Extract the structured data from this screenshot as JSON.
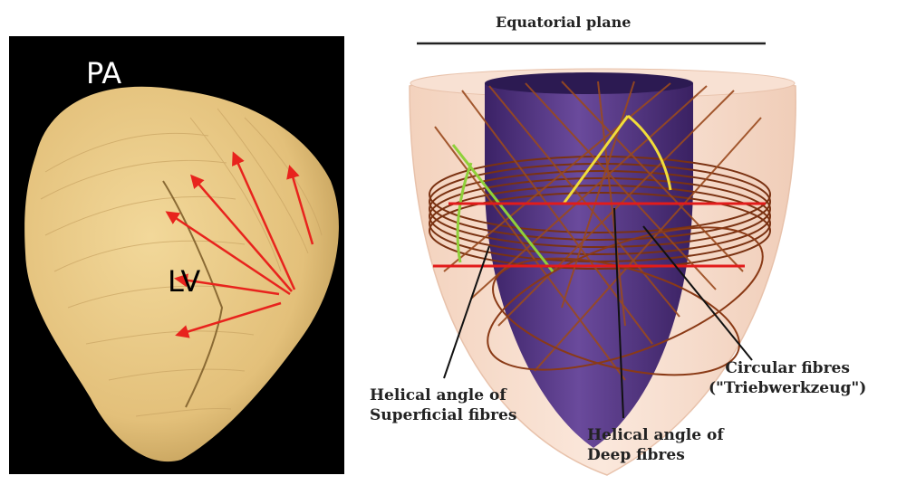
{
  "photo": {
    "labels": {
      "pa": "PA",
      "lv": "LV"
    },
    "colors": {
      "background": "#000000",
      "tissue": "#e8c985",
      "arrows": "#e8231d"
    }
  },
  "diagram": {
    "title": "Equatorial plane",
    "labels": {
      "superficial": [
        "Helical angle of",
        "Superficial fibres"
      ],
      "deep": [
        "Helical angle of",
        "Deep fibres"
      ],
      "circular": [
        "Circular fibres",
        "(\"Triebwerkzeug\")"
      ]
    },
    "colors": {
      "outer_shell": "#f6dccb",
      "inner_cavity": "#4b2f7e",
      "fibres": "#8a3a16",
      "equatorial_lines": "#e21b1b",
      "deep_angle_marker": "#f1dd3a",
      "superficial_angle_marker": "#8fd13a"
    }
  }
}
